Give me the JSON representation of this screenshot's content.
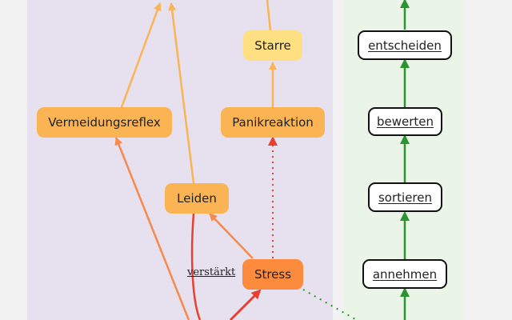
{
  "colors": {
    "background": "#f2f2f2",
    "left_panel": "#e6e0ef",
    "right_panel": "#eaf5e7",
    "node_orange": "#fbb454",
    "node_light": "#fedf82",
    "node_stress": "#fc8b3d",
    "edge_orange": "#fbb454",
    "edge_dark_orange": "#f78a4a",
    "edge_red": "#e8402d",
    "edge_green": "#2a9430"
  },
  "nodes": {
    "starre": "Starre",
    "vermeidungsreflex": "Vermeidungsreflex",
    "panikreaktion": "Panikreaktion",
    "leiden": "Leiden",
    "stress": "Stress"
  },
  "steps": {
    "entscheiden": "entscheiden",
    "bewerten": "bewerten",
    "sortieren": "sortieren",
    "annehmen": "annehmen"
  },
  "edge_labels": {
    "verstaerkt": "verstärkt"
  }
}
